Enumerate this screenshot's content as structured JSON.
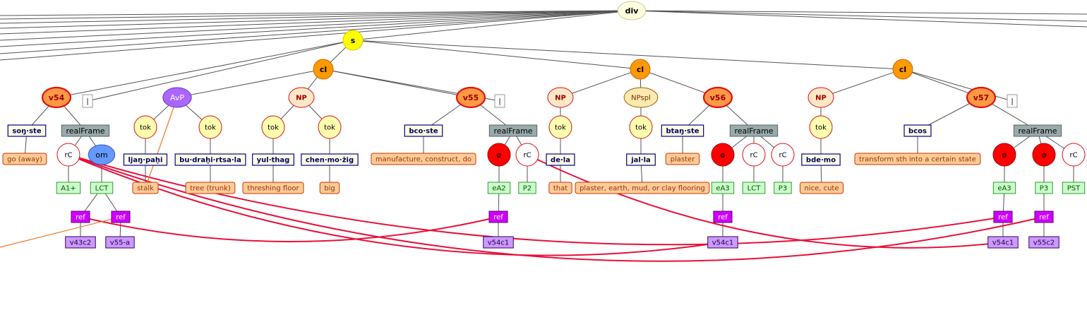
{
  "colors": {
    "edge": "#555555",
    "cross_link": "#e8103a",
    "orange_link": "#f07820",
    "div_fill": "#ffffe0",
    "s_fill": "#ffff00",
    "cl_fill": "#ff9900",
    "v_fill": "#ff9944",
    "v_stroke": "#e21010",
    "avp_fill": "#aa66ff",
    "np_fill": "#ffe8c8",
    "npspl_fill": "#ffe9b0",
    "tok_fill": "#ffffb0",
    "phi_fill": "#ff0000",
    "rc_fill": "#ffffff",
    "om_fill": "#6699ff",
    "word_fill": "#ffffe0",
    "word_stroke": "#000099",
    "gloss_fill": "#ffcc99",
    "gloss_stroke": "#cc3300",
    "realframe_fill": "#99aaaa",
    "feature_fill": "#ccffcc",
    "ref_fill": "#cc00ff",
    "refval_fill": "#cc99ff",
    "pipe_fill": "#ffffff"
  },
  "nodes": [
    {
      "id": "div",
      "label": "div",
      "shape": "ellipse",
      "style": "div"
    },
    {
      "id": "s",
      "label": "s",
      "shape": "circle",
      "style": "s"
    },
    {
      "id": "cl1",
      "label": "cl",
      "shape": "circle",
      "style": "cl"
    },
    {
      "id": "cl2",
      "label": "cl",
      "shape": "circle",
      "style": "cl"
    },
    {
      "id": "cl3",
      "label": "cl",
      "shape": "circle",
      "style": "cl"
    },
    {
      "id": "v54",
      "label": "v54",
      "shape": "ellipse",
      "style": "v"
    },
    {
      "id": "pipe1",
      "label": "|",
      "shape": "rect",
      "style": "pipe"
    },
    {
      "id": "avp",
      "label": "AvP",
      "shape": "ellipse",
      "style": "avp"
    },
    {
      "id": "np1",
      "label": "NP",
      "shape": "ellipse",
      "style": "np"
    },
    {
      "id": "v55",
      "label": "v55",
      "shape": "ellipse",
      "style": "v"
    },
    {
      "id": "pipe2",
      "label": "|",
      "shape": "rect",
      "style": "pipe"
    },
    {
      "id": "np2",
      "label": "NP",
      "shape": "ellipse",
      "style": "np"
    },
    {
      "id": "npspl",
      "label": "NPspl",
      "shape": "ellipse",
      "style": "npspl"
    },
    {
      "id": "v56",
      "label": "v56",
      "shape": "ellipse",
      "style": "v"
    },
    {
      "id": "np3",
      "label": "NP",
      "shape": "ellipse",
      "style": "np"
    },
    {
      "id": "v57",
      "label": "v57",
      "shape": "ellipse",
      "style": "v"
    },
    {
      "id": "pipe3",
      "label": "|",
      "shape": "rect",
      "style": "pipe"
    },
    {
      "id": "w_songste",
      "label": "soŋ·ste",
      "shape": "rect",
      "style": "word"
    },
    {
      "id": "rf54",
      "label": "realFrame",
      "shape": "rect",
      "style": "realframe"
    },
    {
      "id": "g_go",
      "label": "go (away)",
      "shape": "rect",
      "style": "gloss"
    },
    {
      "id": "rc54",
      "label": "rC",
      "shape": "circle",
      "style": "rc"
    },
    {
      "id": "om54",
      "label": "om",
      "shape": "ellipse",
      "style": "om"
    },
    {
      "id": "f_a1",
      "label": "A1+",
      "shape": "rect",
      "style": "feature"
    },
    {
      "id": "f_lct1",
      "label": "LCT",
      "shape": "rect",
      "style": "feature"
    },
    {
      "id": "ref1",
      "label": "ref",
      "shape": "rect",
      "style": "ref"
    },
    {
      "id": "ref2",
      "label": "ref",
      "shape": "rect",
      "style": "ref"
    },
    {
      "id": "rv_v43c2",
      "label": "v43c2",
      "shape": "rect",
      "style": "refval"
    },
    {
      "id": "rv_v55a",
      "label": "v55-a",
      "shape": "rect",
      "style": "refval"
    },
    {
      "id": "tok1",
      "label": "tok",
      "shape": "circle",
      "style": "tok"
    },
    {
      "id": "tok2",
      "label": "tok",
      "shape": "circle",
      "style": "tok"
    },
    {
      "id": "w_ljan",
      "label": "ljaŋ·paḥi",
      "shape": "rect",
      "style": "word"
    },
    {
      "id": "w_budra",
      "label": "bu·draḥi·rtsa·la",
      "shape": "rect",
      "style": "word"
    },
    {
      "id": "g_stalk",
      "label": "stalk",
      "shape": "rect",
      "style": "gloss"
    },
    {
      "id": "g_tree",
      "label": "tree (trunk)",
      "shape": "rect",
      "style": "gloss"
    },
    {
      "id": "tok3",
      "label": "tok",
      "shape": "circle",
      "style": "tok"
    },
    {
      "id": "tok4",
      "label": "tok",
      "shape": "circle",
      "style": "tok"
    },
    {
      "id": "w_yul",
      "label": "yul·thag",
      "shape": "rect",
      "style": "word"
    },
    {
      "id": "w_chen",
      "label": "chen·mo·žig",
      "shape": "rect",
      "style": "word"
    },
    {
      "id": "g_thresh",
      "label": "threshing floor",
      "shape": "rect",
      "style": "gloss"
    },
    {
      "id": "g_big",
      "label": "big",
      "shape": "rect",
      "style": "gloss"
    },
    {
      "id": "w_bcoste",
      "label": "bco·ste",
      "shape": "rect",
      "style": "word"
    },
    {
      "id": "g_manu",
      "label": "manufacture, construct, do",
      "shape": "rect",
      "style": "gloss"
    },
    {
      "id": "rf55",
      "label": "realFrame",
      "shape": "rect",
      "style": "realframe"
    },
    {
      "id": "phi55",
      "label": "ø",
      "shape": "circle",
      "style": "phi"
    },
    {
      "id": "rc55",
      "label": "rC",
      "shape": "circle",
      "style": "rc"
    },
    {
      "id": "f_ea2",
      "label": "eA2",
      "shape": "rect",
      "style": "feature"
    },
    {
      "id": "f_p2",
      "label": "P2",
      "shape": "rect",
      "style": "feature"
    },
    {
      "id": "ref3",
      "label": "ref",
      "shape": "rect",
      "style": "ref"
    },
    {
      "id": "rv_v54c1a",
      "label": "v54c1",
      "shape": "rect",
      "style": "refval"
    },
    {
      "id": "tok5",
      "label": "tok",
      "shape": "circle",
      "style": "tok"
    },
    {
      "id": "w_dela",
      "label": "de·la",
      "shape": "rect",
      "style": "word"
    },
    {
      "id": "g_that",
      "label": "that",
      "shape": "rect",
      "style": "gloss"
    },
    {
      "id": "tok6",
      "label": "tok",
      "shape": "circle",
      "style": "tok"
    },
    {
      "id": "w_jalla",
      "label": "jal·la",
      "shape": "rect",
      "style": "word"
    },
    {
      "id": "g_plaster_long",
      "label": "plaster, earth, mud, or clay flooring",
      "shape": "rect",
      "style": "gloss"
    },
    {
      "id": "w_btanste",
      "label": "btaŋ·ste",
      "shape": "rect",
      "style": "word"
    },
    {
      "id": "g_plaster",
      "label": "plaster",
      "shape": "rect",
      "style": "gloss"
    },
    {
      "id": "rf56",
      "label": "realFrame",
      "shape": "rect",
      "style": "realframe"
    },
    {
      "id": "phi56",
      "label": "ø",
      "shape": "circle",
      "style": "phi"
    },
    {
      "id": "rc56a",
      "label": "rC",
      "shape": "circle",
      "style": "rc"
    },
    {
      "id": "rc56b",
      "label": "rC",
      "shape": "circle",
      "style": "rc"
    },
    {
      "id": "f_ea3a",
      "label": "eA3",
      "shape": "rect",
      "style": "feature"
    },
    {
      "id": "f_lct2",
      "label": "LCT",
      "shape": "rect",
      "style": "feature"
    },
    {
      "id": "f_p3a",
      "label": "P3",
      "shape": "rect",
      "style": "feature"
    },
    {
      "id": "ref4",
      "label": "ref",
      "shape": "rect",
      "style": "ref"
    },
    {
      "id": "rv_v54c1b",
      "label": "v54c1",
      "shape": "rect",
      "style": "refval"
    },
    {
      "id": "tok7",
      "label": "tok",
      "shape": "circle",
      "style": "tok"
    },
    {
      "id": "w_bdemo",
      "label": "bde·mo",
      "shape": "rect",
      "style": "word"
    },
    {
      "id": "g_nice",
      "label": "nice, cute",
      "shape": "rect",
      "style": "gloss"
    },
    {
      "id": "w_bcos",
      "label": "bcos",
      "shape": "rect",
      "style": "word"
    },
    {
      "id": "g_transform",
      "label": "transform sth into a certain state",
      "shape": "rect",
      "style": "gloss"
    },
    {
      "id": "rf57",
      "label": "realFrame",
      "shape": "rect",
      "style": "realframe"
    },
    {
      "id": "phi57a",
      "label": "ø",
      "shape": "circle",
      "style": "phi"
    },
    {
      "id": "phi57b",
      "label": "ø",
      "shape": "circle",
      "style": "phi"
    },
    {
      "id": "rc57",
      "label": "rC",
      "shape": "circle",
      "style": "rc"
    },
    {
      "id": "f_ea3b",
      "label": "eA3",
      "shape": "rect",
      "style": "feature"
    },
    {
      "id": "f_p3b",
      "label": "P3",
      "shape": "rect",
      "style": "feature"
    },
    {
      "id": "f_pst",
      "label": "PST",
      "shape": "rect",
      "style": "feature"
    },
    {
      "id": "ref5",
      "label": "ref",
      "shape": "rect",
      "style": "ref"
    },
    {
      "id": "ref6",
      "label": "ref",
      "shape": "rect",
      "style": "ref"
    },
    {
      "id": "rv_v54c1c",
      "label": "v54c1",
      "shape": "rect",
      "style": "refval"
    },
    {
      "id": "rv_v55c2",
      "label": "v55c2",
      "shape": "rect",
      "style": "refval"
    }
  ],
  "edges": [
    [
      "div",
      "s"
    ],
    [
      "s",
      "cl1"
    ],
    [
      "s",
      "cl2"
    ],
    [
      "s",
      "cl3"
    ],
    [
      "s",
      "pipe1"
    ],
    [
      "s",
      "v54"
    ],
    [
      "cl1",
      "avp"
    ],
    [
      "cl1",
      "np1"
    ],
    [
      "cl1",
      "v55"
    ],
    [
      "cl1",
      "pipe2"
    ],
    [
      "cl2",
      "np2"
    ],
    [
      "cl2",
      "npspl"
    ],
    [
      "cl2",
      "v56"
    ],
    [
      "cl3",
      "np3"
    ],
    [
      "cl3",
      "v57"
    ],
    [
      "cl3",
      "pipe3"
    ],
    [
      "v54",
      "w_songste"
    ],
    [
      "v54",
      "rf54"
    ],
    [
      "w_songste",
      "g_go"
    ],
    [
      "rf54",
      "rc54"
    ],
    [
      "rf54",
      "om54"
    ],
    [
      "rc54",
      "f_a1"
    ],
    [
      "om54",
      "f_lct1"
    ],
    [
      "f_lct1",
      "ref1"
    ],
    [
      "f_lct1",
      "ref2"
    ],
    [
      "ref1",
      "rv_v43c2"
    ],
    [
      "ref2",
      "rv_v55a"
    ],
    [
      "avp",
      "tok1"
    ],
    [
      "avp",
      "tok2"
    ],
    [
      "tok1",
      "w_ljan"
    ],
    [
      "tok2",
      "w_budra"
    ],
    [
      "w_ljan",
      "g_stalk"
    ],
    [
      "w_budra",
      "g_tree"
    ],
    [
      "np1",
      "tok3"
    ],
    [
      "np1",
      "tok4"
    ],
    [
      "tok3",
      "w_yul"
    ],
    [
      "tok4",
      "w_chen"
    ],
    [
      "w_yul",
      "g_thresh"
    ],
    [
      "w_chen",
      "g_big"
    ],
    [
      "v55",
      "w_bcoste"
    ],
    [
      "v55",
      "rf55"
    ],
    [
      "w_bcoste",
      "g_manu"
    ],
    [
      "rf55",
      "phi55"
    ],
    [
      "rf55",
      "rc55"
    ],
    [
      "phi55",
      "f_ea2"
    ],
    [
      "rc55",
      "f_p2"
    ],
    [
      "f_ea2",
      "ref3"
    ],
    [
      "ref3",
      "rv_v54c1a"
    ],
    [
      "np2",
      "tok5"
    ],
    [
      "tok5",
      "w_dela"
    ],
    [
      "w_dela",
      "g_that"
    ],
    [
      "npspl",
      "tok6"
    ],
    [
      "tok6",
      "w_jalla"
    ],
    [
      "w_jalla",
      "g_plaster_long"
    ],
    [
      "v56",
      "w_btanste"
    ],
    [
      "v56",
      "rf56"
    ],
    [
      "w_btanste",
      "g_plaster"
    ],
    [
      "rf56",
      "phi56"
    ],
    [
      "rf56",
      "rc56a"
    ],
    [
      "rf56",
      "rc56b"
    ],
    [
      "phi56",
      "f_ea3a"
    ],
    [
      "rc56a",
      "f_lct2"
    ],
    [
      "rc56b",
      "f_p3a"
    ],
    [
      "f_ea3a",
      "ref4"
    ],
    [
      "ref4",
      "rv_v54c1b"
    ],
    [
      "np3",
      "tok7"
    ],
    [
      "tok7",
      "w_bdemo"
    ],
    [
      "w_bdemo",
      "g_nice"
    ],
    [
      "v57",
      "w_bcos"
    ],
    [
      "v57",
      "rf57"
    ],
    [
      "w_bcos",
      "g_transform"
    ],
    [
      "rf57",
      "phi57a"
    ],
    [
      "rf57",
      "phi57b"
    ],
    [
      "rf57",
      "rc57"
    ],
    [
      "phi57a",
      "f_ea3b"
    ],
    [
      "phi57b",
      "f_p3b"
    ],
    [
      "rc57",
      "f_pst"
    ],
    [
      "f_ea3b",
      "ref5"
    ],
    [
      "f_p3b",
      "ref6"
    ],
    [
      "ref5",
      "rv_v54c1c"
    ],
    [
      "ref6",
      "rv_v55c2"
    ]
  ],
  "cross_links": [
    [
      "rc54",
      "rv_v54c1b"
    ],
    [
      "rc54",
      "ref5"
    ],
    [
      "rc54",
      "ref6"
    ],
    [
      "ref3",
      "ref1"
    ],
    [
      "rc55",
      "rv_v54c1c"
    ]
  ],
  "orange_links": [
    [
      "avp",
      "g_stalk"
    ],
    [
      "ref2",
      "offpage"
    ]
  ]
}
